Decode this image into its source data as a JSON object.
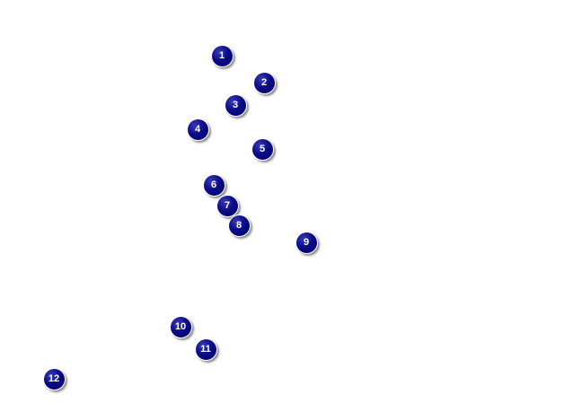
{
  "markers": {
    "fill_color": "#0b0b86",
    "text_color": "#ffffff",
    "items": [
      {
        "label": "1"
      },
      {
        "label": "2"
      },
      {
        "label": "3"
      },
      {
        "label": "4"
      },
      {
        "label": "5"
      },
      {
        "label": "6"
      },
      {
        "label": "7"
      },
      {
        "label": "8"
      },
      {
        "label": "9"
      },
      {
        "label": "10"
      },
      {
        "label": "11"
      },
      {
        "label": "12"
      }
    ]
  }
}
